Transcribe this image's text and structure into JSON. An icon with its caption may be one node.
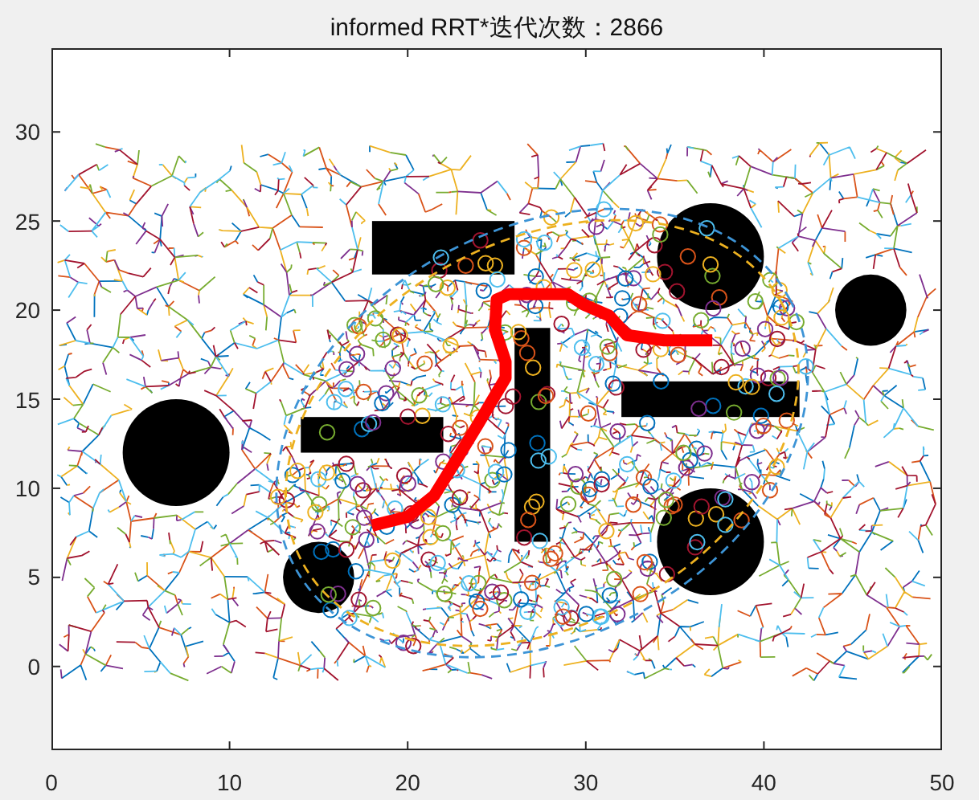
{
  "diagram": {
    "title": "informed RRT*迭代次数：2866",
    "chart_data": {
      "type": "line",
      "xlim": [
        0,
        50
      ],
      "ylim": [
        -4.7,
        34.7
      ],
      "xticks": [
        0,
        10,
        20,
        30,
        40,
        50
      ],
      "yticks": [
        0,
        5,
        10,
        15,
        20,
        25,
        30
      ],
      "x": [
        18.0,
        20.0,
        21.5,
        22.8,
        23.9,
        25.5,
        25.5,
        24.9,
        25.0,
        25.7,
        29.0,
        29.9,
        31.3,
        32.3,
        34.4,
        37.1
      ],
      "series": [
        {
          "color": "#ff0000",
          "values": [
            7.9,
            8.4,
            9.6,
            11.7,
            13.5,
            16.2,
            17.1,
            18.9,
            20.6,
            20.9,
            20.9,
            20.3,
            19.7,
            18.6,
            18.3,
            18.3
          ]
        }
      ]
    }
  }
}
